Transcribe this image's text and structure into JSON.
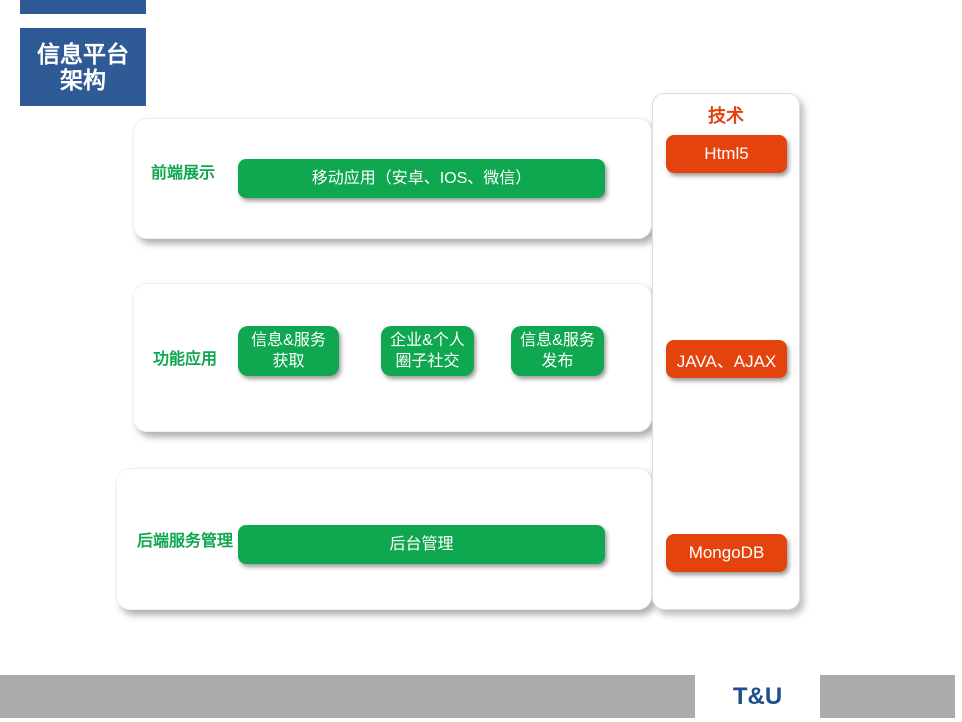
{
  "colors": {
    "accent_blue": "#2E5A95",
    "green": "#0FA750",
    "orange": "#E5430E",
    "footer_gray": "#ABABAB",
    "logo_blue": "#1F4E8E",
    "panel_white": "#FFFFFF"
  },
  "title_box": {
    "line1": "信息平台",
    "line2": "架构"
  },
  "rows": [
    {
      "label": "前端展示",
      "buttons": [
        {
          "text": "移动应用（安卓、IOS、微信）"
        }
      ]
    },
    {
      "label": "功能应用",
      "buttons": [
        {
          "line1": "信息&服务",
          "line2": "获取"
        },
        {
          "line1": "企业&个人",
          "line2": "圈子社交"
        },
        {
          "line1": "信息&服务",
          "line2": "发布"
        }
      ]
    },
    {
      "label": "后端服务管理",
      "buttons": [
        {
          "text": "后台管理"
        }
      ]
    }
  ],
  "tech_panel": {
    "title": "技术",
    "items": [
      {
        "label": "Html5"
      },
      {
        "label": "JAVA、AJAX"
      },
      {
        "label": "MongoDB"
      }
    ]
  },
  "footer": {
    "logo_text": "T&U"
  }
}
